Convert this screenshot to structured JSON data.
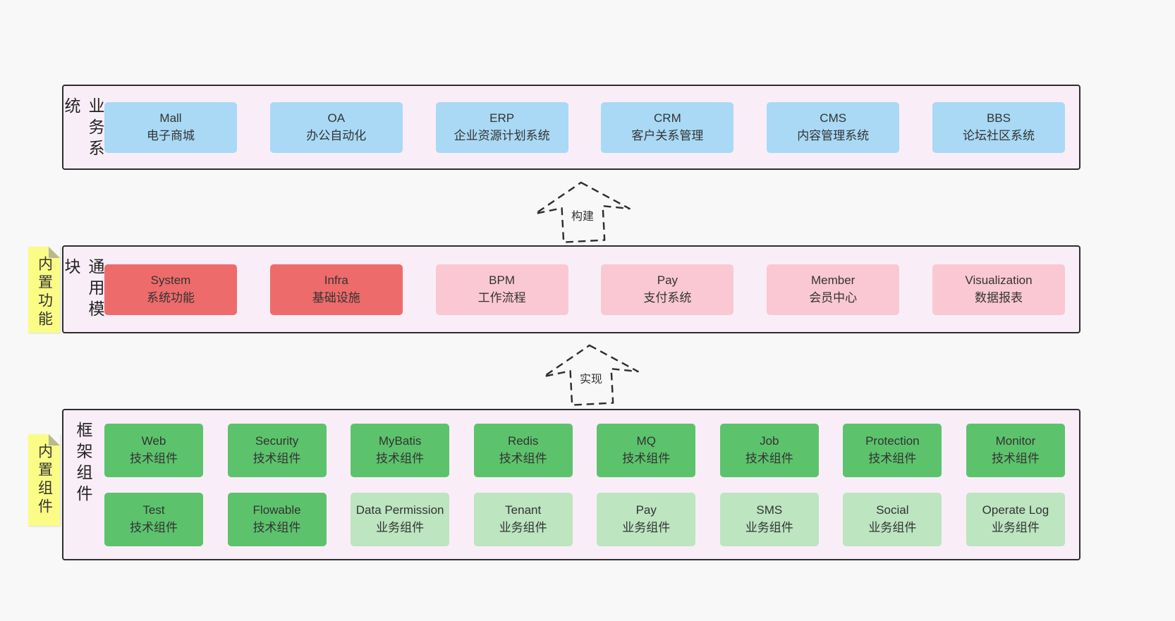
{
  "colors": {
    "blue": "#a9d9f5",
    "red": "#ee6b6b",
    "pink": "#fac8d2",
    "green": "#5cc36c",
    "green_light": "#bce5c0",
    "layer_bg": "#f9eef7",
    "sticky": "#fbfc86",
    "border": "#2e2e2e",
    "page_bg": "#f8f8f8"
  },
  "arrows": [
    {
      "label": "构建"
    },
    {
      "label": "实现"
    }
  ],
  "stickies": [
    {
      "label": "内置功能"
    },
    {
      "label": "内置组件"
    }
  ],
  "layers": [
    {
      "side_label": "业务系统",
      "boxes": [
        {
          "title": "Mall",
          "subtitle": "电子商城",
          "color": "blue"
        },
        {
          "title": "OA",
          "subtitle": "办公自动化",
          "color": "blue"
        },
        {
          "title": "ERP",
          "subtitle": "企业资源计划系统",
          "color": "blue"
        },
        {
          "title": "CRM",
          "subtitle": "客户关系管理",
          "color": "blue"
        },
        {
          "title": "CMS",
          "subtitle": "内容管理系统",
          "color": "blue"
        },
        {
          "title": "BBS",
          "subtitle": "论坛社区系统",
          "color": "blue"
        }
      ]
    },
    {
      "side_label": "通用模块",
      "boxes": [
        {
          "title": "System",
          "subtitle": "系统功能",
          "color": "red"
        },
        {
          "title": "Infra",
          "subtitle": "基础设施",
          "color": "red"
        },
        {
          "title": "BPM",
          "subtitle": "工作流程",
          "color": "pink"
        },
        {
          "title": "Pay",
          "subtitle": "支付系统",
          "color": "pink"
        },
        {
          "title": "Member",
          "subtitle": "会员中心",
          "color": "pink"
        },
        {
          "title": "Visualization",
          "subtitle": "数据报表",
          "color": "pink"
        }
      ]
    },
    {
      "side_label": "框架组件",
      "rows": [
        [
          {
            "title": "Web",
            "subtitle": "技术组件",
            "color": "green"
          },
          {
            "title": "Security",
            "subtitle": "技术组件",
            "color": "green"
          },
          {
            "title": "MyBatis",
            "subtitle": "技术组件",
            "color": "green"
          },
          {
            "title": "Redis",
            "subtitle": "技术组件",
            "color": "green"
          },
          {
            "title": "MQ",
            "subtitle": "技术组件",
            "color": "green"
          },
          {
            "title": "Job",
            "subtitle": "技术组件",
            "color": "green"
          },
          {
            "title": "Protection",
            "subtitle": "技术组件",
            "color": "green"
          },
          {
            "title": "Monitor",
            "subtitle": "技术组件",
            "color": "green"
          }
        ],
        [
          {
            "title": "Test",
            "subtitle": "技术组件",
            "color": "green"
          },
          {
            "title": "Flowable",
            "subtitle": "技术组件",
            "color": "green"
          },
          {
            "title": "Data Permission",
            "subtitle": "业务组件",
            "color": "green_light"
          },
          {
            "title": "Tenant",
            "subtitle": "业务组件",
            "color": "green_light"
          },
          {
            "title": "Pay",
            "subtitle": "业务组件",
            "color": "green_light"
          },
          {
            "title": "SMS",
            "subtitle": "业务组件",
            "color": "green_light"
          },
          {
            "title": "Social",
            "subtitle": "业务组件",
            "color": "green_light"
          },
          {
            "title": "Operate Log",
            "subtitle": "业务组件",
            "color": "green_light"
          }
        ]
      ]
    }
  ]
}
